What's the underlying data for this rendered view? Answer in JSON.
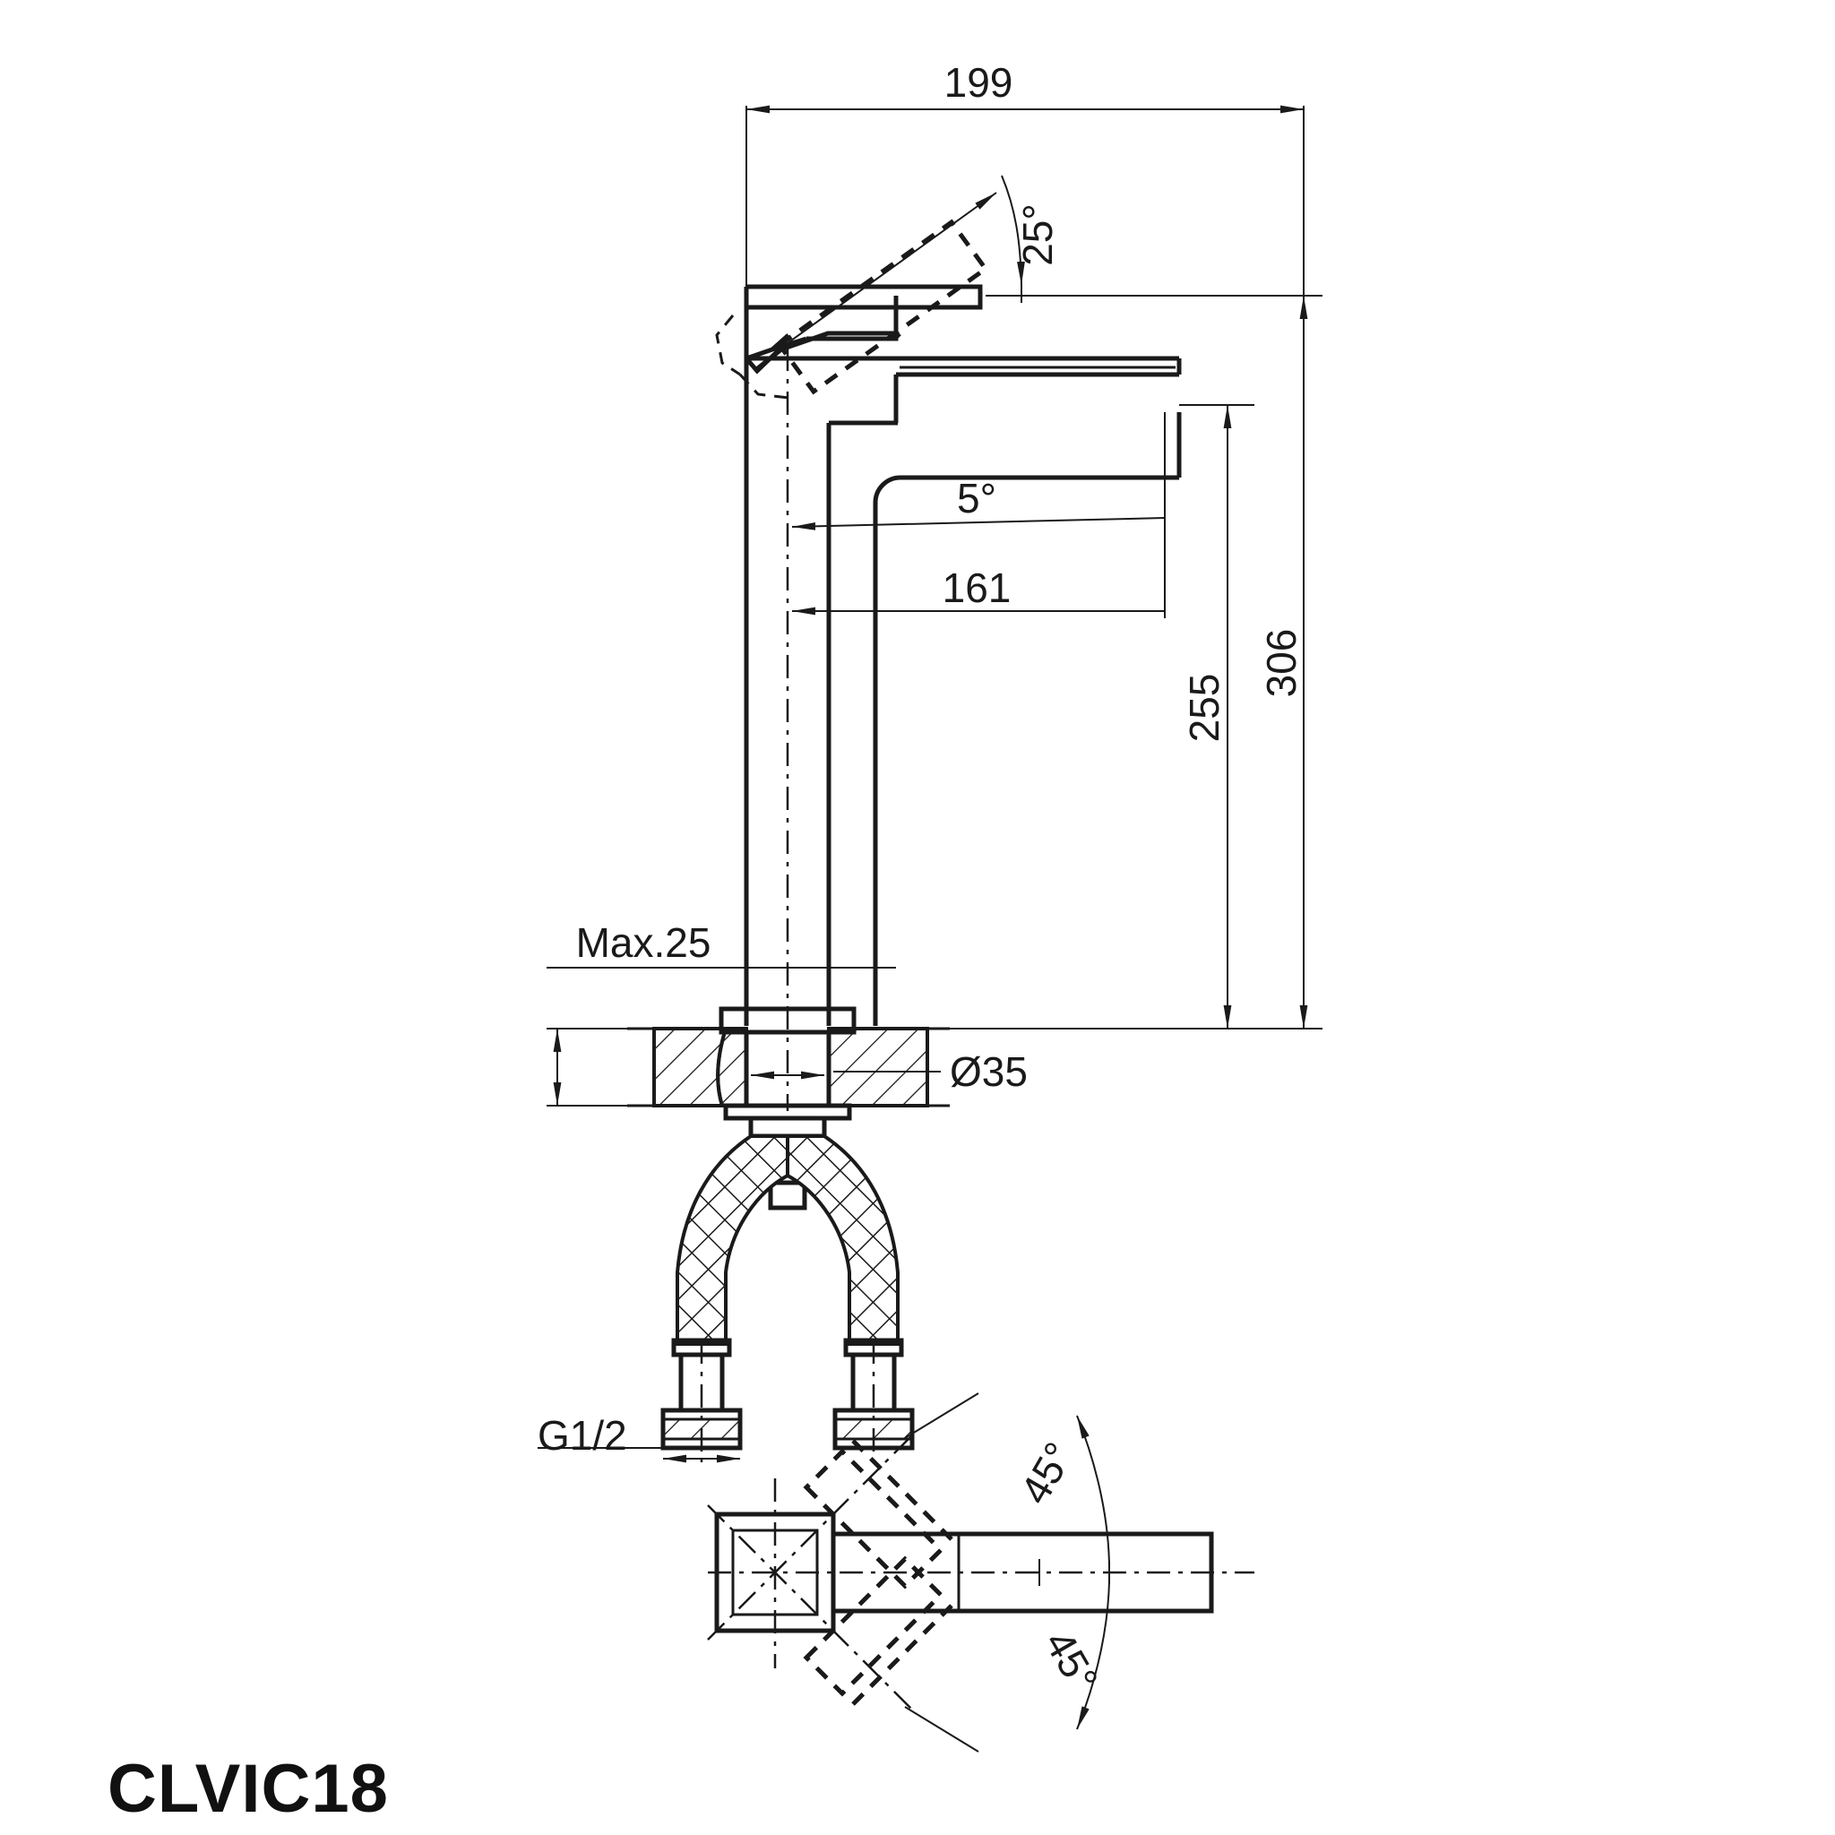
{
  "document": {
    "type": "technical-drawing",
    "subject": "basin mixer tap dimensional drawing",
    "model_code": "CLVIC18",
    "background_color": "#ffffff",
    "line_color": "#1a1a1a"
  },
  "dimensions": {
    "overall_width": "199",
    "handle_lift_angle": "25°",
    "spout_swivel_indicator_angle": "5°",
    "spout_reach": "161",
    "spout_height": "255",
    "overall_height": "306",
    "deck_thickness": "Max.25",
    "mounting_hole": "Ø35",
    "inlet_thread": "G1/2",
    "plan_angle_upper": "45°",
    "plan_angle_lower": "45°"
  },
  "labels": [
    {
      "id": "dim-199",
      "text": "199"
    },
    {
      "id": "dim-25deg",
      "text": "25°"
    },
    {
      "id": "dim-5deg",
      "text": "5°"
    },
    {
      "id": "dim-161",
      "text": "161"
    },
    {
      "id": "dim-255",
      "text": "255"
    },
    {
      "id": "dim-306",
      "text": "306"
    },
    {
      "id": "dim-max25",
      "text": "Max.25"
    },
    {
      "id": "dim-dia35",
      "text": "Ø35"
    },
    {
      "id": "dim-g12",
      "text": "G1/2"
    },
    {
      "id": "dim-45deg-upper",
      "text": "45°"
    },
    {
      "id": "dim-45deg-lower",
      "text": "45°"
    },
    {
      "id": "model-code",
      "text": "CLVIC18"
    }
  ],
  "views": {
    "elevation": {
      "name": "front elevation / section"
    },
    "plan": {
      "name": "top plan view"
    }
  }
}
